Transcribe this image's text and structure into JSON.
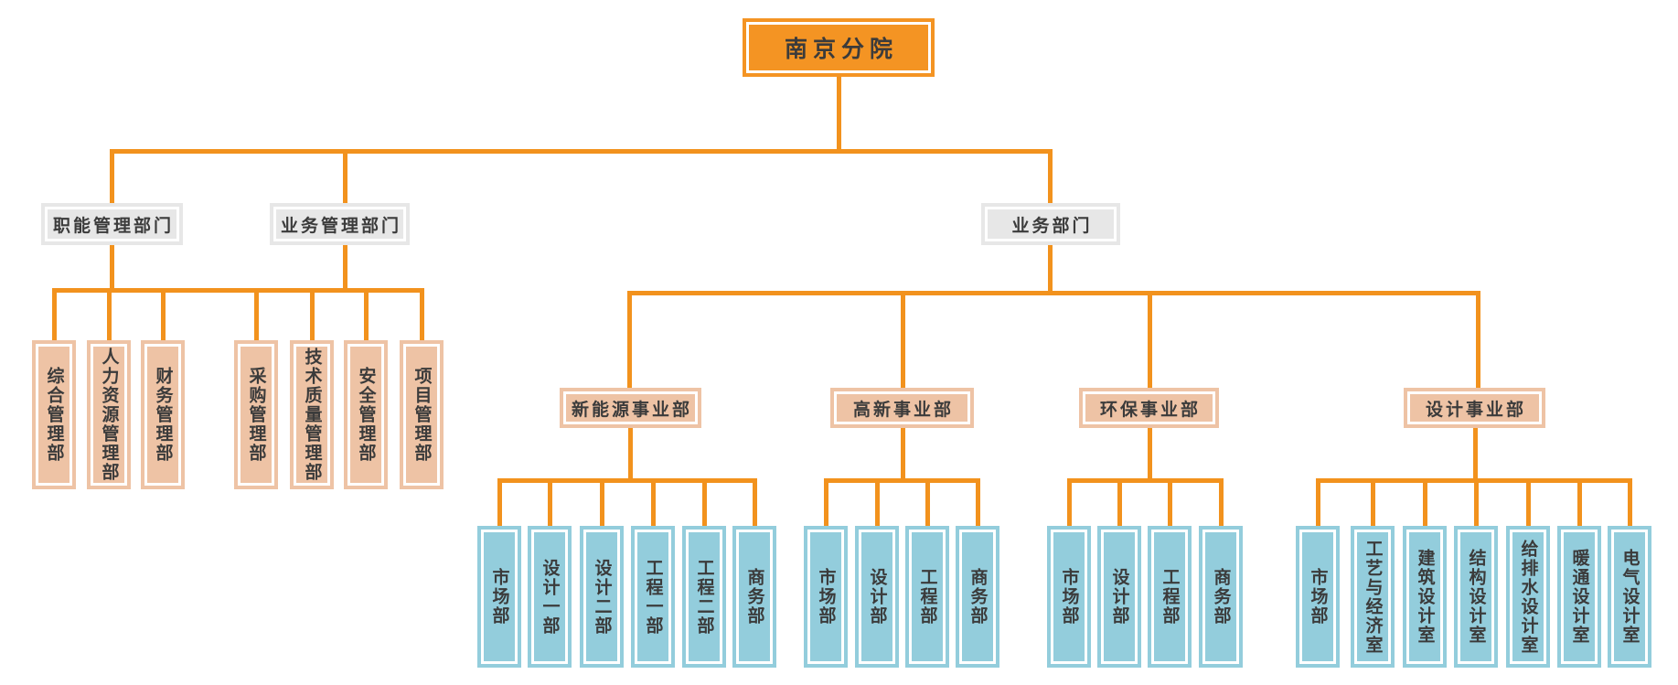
{
  "colors": {
    "orange": "#F2921D",
    "orange_fill": "#F49423",
    "gray_fill": "#E7E7E7",
    "peach_fill": "#EEC3A5",
    "blue_fill": "#93CDDC",
    "text": "#3B3B3B",
    "background": "#FFFFFF"
  },
  "root": {
    "label": "南京分院"
  },
  "level2": {
    "functional": "职能管理部门",
    "business_mgmt": "业务管理部门",
    "business": "业务部门"
  },
  "functional_depts": [
    "综合管理部",
    "人力资源管理部",
    "财务管理部"
  ],
  "business_mgmt_depts": [
    "采购管理部",
    "技术质量管理部",
    "安全管理部",
    "项目管理部"
  ],
  "divisions": [
    {
      "label": "新能源事业部",
      "children": [
        "市场部",
        "设计一部",
        "设计二部",
        "工程一部",
        "工程二部",
        "商务部"
      ]
    },
    {
      "label": "高新事业部",
      "children": [
        "市场部",
        "设计部",
        "工程部",
        "商务部"
      ]
    },
    {
      "label": "环保事业部",
      "children": [
        "市场部",
        "设计部",
        "工程部",
        "商务部"
      ]
    },
    {
      "label": "设计事业部",
      "children": [
        "市场部",
        "工艺与经济室",
        "建筑设计室",
        "结构设计室",
        "给排水设计室",
        "暖通设计室",
        "电气设计室"
      ]
    }
  ]
}
